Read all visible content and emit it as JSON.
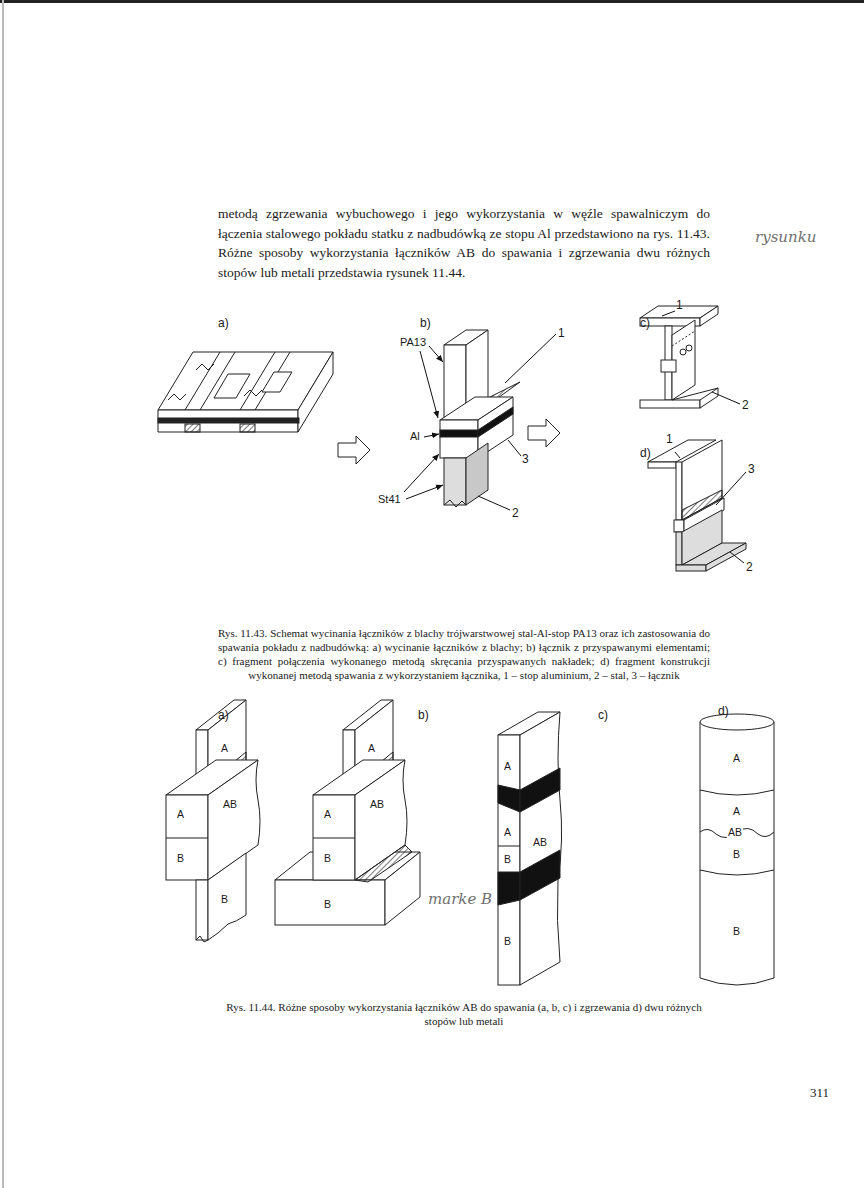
{
  "diagram": {
    "labels": [
      "metodą zgrzewania wybuchowego i jego wykorzystania w węźle spawalniczym do łączenia stalowego pokładu statku z nadbudówką ze stopu Al przedstawiono na rys. 11.43. Różne sposoby wykorzystania łączników AB do spawania i zgrzewania dwu różnych stopów lub metali przedstawia rysunek 11.44.",
      "rysunku",
      "a)",
      "b)",
      "c)",
      "1",
      "2",
      "PA13",
      "1",
      "Al",
      "3",
      "St41",
      "2",
      "d)",
      "1",
      "3",
      "2",
      "Rys. 11.43. Schemat wycinania łączników z blachy trójwarstwowej stal-Al-stop PA13 oraz ich zastosowania do spawania pokładu z nadbudówką: a) wycinanie łączników z blachy; b) łącznik z przyspawanymi elementami; c) fragment połączenia wykonanego metodą skręcania przyspawanych nakładek; d) fragment konstrukcji wykonanej metodą spawania z wykorzystaniem łącznika, 1 – stop aluminium, 2 – stal, 3 – łącznik",
      "a)",
      "b)",
      "c)",
      "d)",
      "A",
      "A",
      "AB",
      "B",
      "B",
      "A",
      "A",
      "AB",
      "B",
      "B",
      "A",
      "A",
      "AB",
      "B",
      "B",
      "A",
      "A",
      "AB",
      "B",
      "B",
      "marke B",
      "Rys. 11.44. Różne sposoby wykorzystania łączników AB do spawania (a, b, c) i zgrzewania d) dwu różnych stopów lub metali",
      "311"
    ]
  }
}
